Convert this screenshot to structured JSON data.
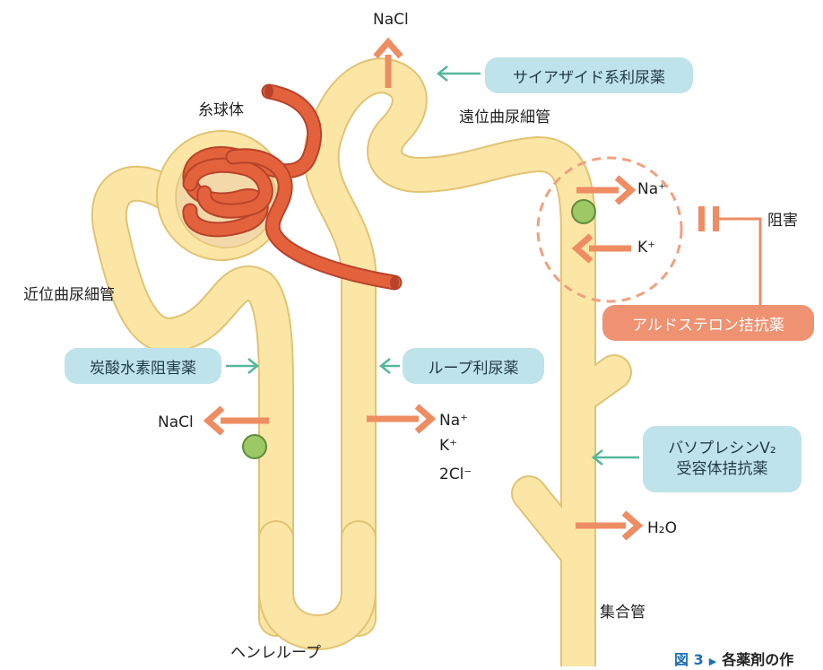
{
  "colors": {
    "tubule": "#fbe6a6",
    "tubule_outline": "#e2c373",
    "vessel": "#e3623c",
    "vessel_dark": "#b8432a",
    "arrow_salmon": "#ee8c62",
    "arrow_teal": "#55b79c",
    "box_blue": "#bfe3ea",
    "box_salmon": "#ee9272",
    "transporter": "#9cc865",
    "dashed_circle": "#f0a07f",
    "caption_blue": "#1f6fb5"
  },
  "anatomy": {
    "glomerulus": "糸球体",
    "proximal_tubule": "近位曲尿細管",
    "distal_tubule": "遠位曲尿細管",
    "loop_of_henle": "ヘンレループ",
    "collecting_duct": "集合管"
  },
  "drugs": {
    "thiazide": "サイアザイド系利尿薬",
    "carbonic_anhydrase": "炭酸水素阻害薬",
    "loop": "ループ利尿薬",
    "aldosterone": "アルドステロン拮抗薬",
    "vasopressin_line1": "バソプレシンV₂",
    "vasopressin_line2": "受容体拮抗薬"
  },
  "ions": {
    "nacl_top": "NaCl",
    "nacl_proximal": "NaCl",
    "loop_na": "Na⁺",
    "loop_k": "K⁺",
    "loop_cl": "2Cl⁻",
    "distal_na": "Na⁺",
    "distal_k": "K⁺",
    "water": "H₂O"
  },
  "block_label": "阻害",
  "caption": {
    "figure": "図 3",
    "text": "各薬剤の作"
  }
}
